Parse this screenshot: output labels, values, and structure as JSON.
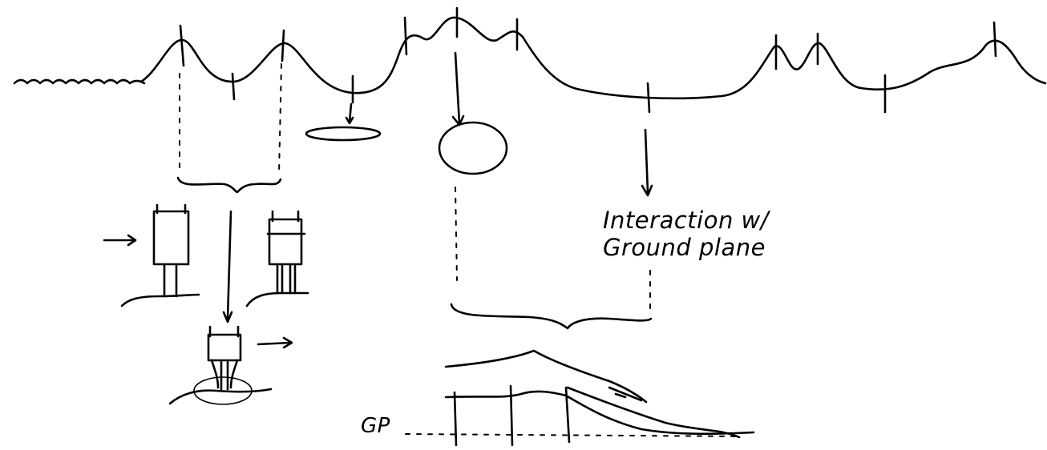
{
  "annotations": {
    "interaction_line1": "Interaction w/",
    "interaction_line2": "Ground plane",
    "gp": "GP"
  },
  "colors": {
    "ink": "#000000",
    "paper": "#ffffff"
  }
}
